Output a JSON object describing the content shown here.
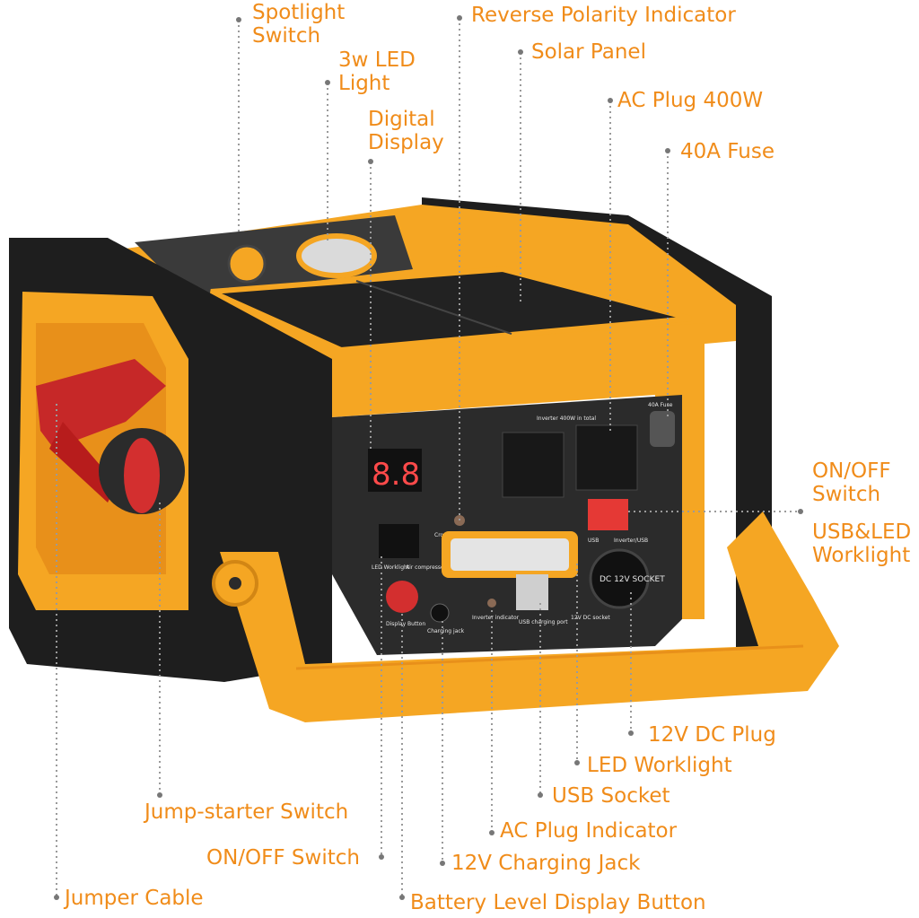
{
  "callouts": {
    "spotlight_switch": [
      "Spotlight",
      "Switch"
    ],
    "led_light": [
      "3w LED",
      "Light"
    ],
    "digital_display": [
      "Digital",
      "Display"
    ],
    "reverse_polarity": "Reverse Polarity Indicator",
    "solar_panel": "Solar Panel",
    "ac_plug": "AC Plug 400W",
    "fuse": "40A Fuse",
    "onoff_right": [
      "ON/OFF",
      "Switch"
    ],
    "usb_led_worklight": [
      "USB&LED",
      "Worklight"
    ],
    "dc_plug": "12V DC Plug",
    "led_worklight": "LED Worklight",
    "usb_socket": "USB Socket",
    "jump_starter_switch": "Jump-starter Switch",
    "ac_plug_indicator": "AC Plug Indicator",
    "onoff_left": "ON/OFF Switch",
    "charging_jack": "12V Charging Jack",
    "jumper_cable": "Jumper Cable",
    "battery_button": "Battery Level Display Button"
  },
  "panel": {
    "display_digits": "8.8",
    "inverter_total": "Inverter 400W in total",
    "fuse_label": "40A Fuse",
    "cross_polarity": "Cross polarity indicator",
    "led_worklight": "LED Worklight",
    "air_compressor": "Air compressor",
    "usb": "USB",
    "inverter_usb": "Inverter/USB",
    "display_button": "Display Button",
    "charging_jack": "Charging jack",
    "inverter_indicator": "Inverter indicator",
    "usb_charging_port": "USB charging port",
    "dc_socket": "12V DC socket",
    "socket_text": "DC 12V SOCKET"
  },
  "colors": {
    "accent": "#f08c1a",
    "body_orange": "#f5a623",
    "rubber": "#1e1e1e",
    "panel": "#2b2b2b"
  }
}
